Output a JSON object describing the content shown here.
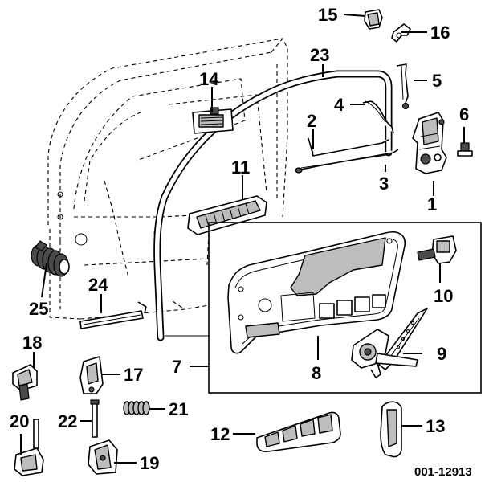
{
  "figure": {
    "reference_code": "001-12913",
    "callouts": {
      "c1": "1",
      "c2": "2",
      "c3": "3",
      "c4": "4",
      "c5": "5",
      "c6": "6",
      "c7": "7",
      "c8": "8",
      "c9": "9",
      "c10": "10",
      "c11": "11",
      "c12": "12",
      "c13": "13",
      "c14": "14",
      "c15": "15",
      "c16": "16",
      "c17": "17",
      "c18": "18",
      "c19": "19",
      "c20": "20",
      "c21": "21",
      "c22": "22",
      "c23": "23",
      "c24": "24",
      "c25": "25"
    }
  },
  "colors": {
    "ink": "#000000",
    "part_fill": "#bdbdbd",
    "dark_fill": "#4a4a4a",
    "background": "#ffffff"
  }
}
